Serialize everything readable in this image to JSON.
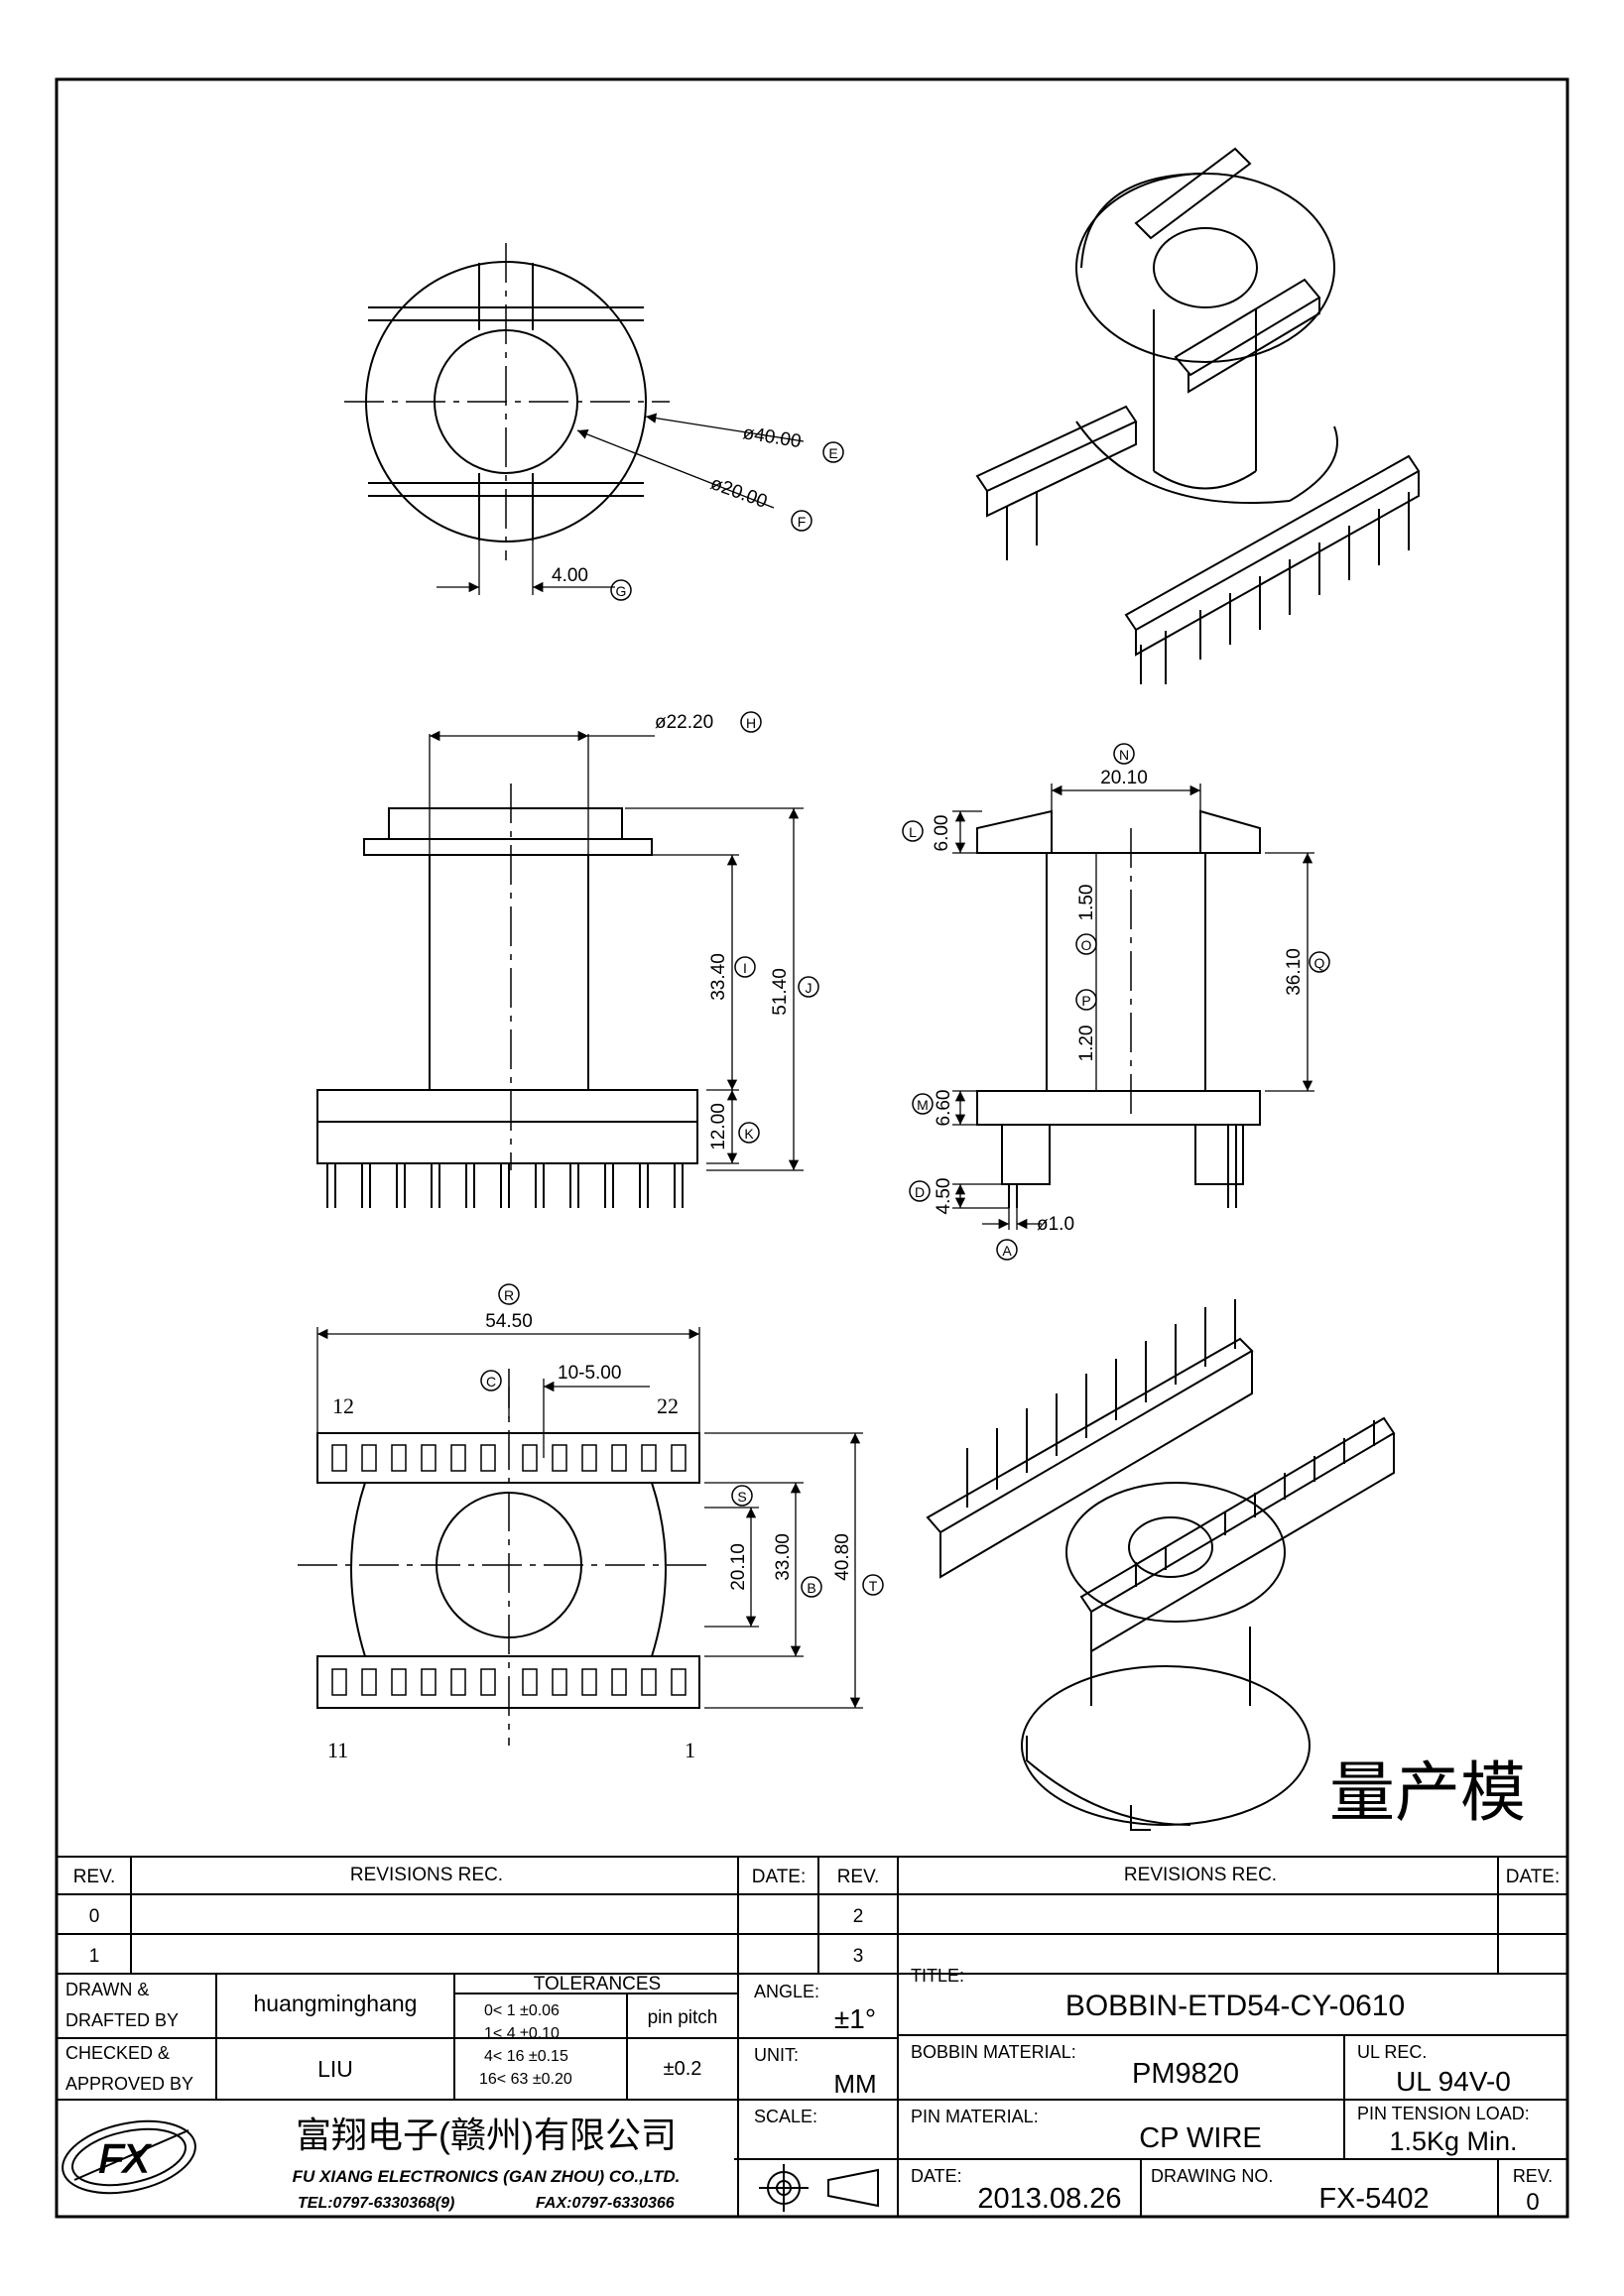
{
  "drawing": {
    "top_view": {
      "dim_outer": "ø40.00",
      "tag_outer": "E",
      "dim_inner": "ø20.00",
      "tag_inner": "F",
      "dim_slot": "4.00",
      "tag_slot": "G"
    },
    "front_view": {
      "dim_flange": "ø22.20",
      "tag_flange": "H",
      "dim_winding": "33.40",
      "tag_winding": "I",
      "dim_total": "51.40",
      "tag_total": "J",
      "dim_base": "12.00",
      "tag_base": "K"
    },
    "side_view": {
      "dim_width": "20.10",
      "tag_width": "N",
      "dim_top": "6.00",
      "tag_top": "L",
      "dim_wall1": "1.50",
      "tag_wall1": "O",
      "dim_wall2": "1.20",
      "tag_wall2": "P",
      "dim_height": "36.10",
      "tag_height": "Q",
      "dim_base": "6.60",
      "tag_base": "M",
      "dim_pin": "4.50",
      "tag_pin": "D",
      "dim_pin_dia": "ø1.0",
      "tag_pin_dia": "A"
    },
    "bottom_view": {
      "tag_length": "R",
      "dim_length": "54.50",
      "tag_pitch": "C",
      "dim_pitch": "10-5.00",
      "pin_12": "12",
      "pin_22": "22",
      "pin_11": "11",
      "pin_1": "1",
      "dim_inner": "20.10",
      "dim_mid": "33.00",
      "tag_mid": "B",
      "dim_outer": "40.80",
      "tag_outer": "T",
      "tag_slot": "S"
    },
    "stamp": "量产模"
  },
  "title_block": {
    "rev_header": "REV.",
    "revisions_header": "REVISIONS   REC.",
    "date_header": "DATE:",
    "rev_rows_left": [
      "0",
      "1"
    ],
    "rev_rows_right": [
      "2",
      "3"
    ],
    "drawn_label_1": "DRAWN  &",
    "drawn_label_2": "DRAFTED  BY",
    "drawn_value": "huangminghang",
    "checked_label_1": "CHECKED  &",
    "checked_label_2": "APPROVED  BY",
    "checked_value": "LIU",
    "tolerances_label": "TOLERANCES",
    "tol_rows": [
      "0<   1    ±0.06",
      "1<   4    ±0.10",
      "4<   16  ±0.15",
      "16<   63  ±0.20"
    ],
    "pin_pitch_label": "pin  pitch",
    "pin_pitch_value": "±0.2",
    "angle_label": "ANGLE:",
    "angle_value": "±1°",
    "unit_label": "UNIT:",
    "unit_value": "MM",
    "scale_label": "SCALE:",
    "title_label": "TITLE:",
    "title_value": "BOBBIN-ETD54-CY-0610",
    "bobbin_material_label": "BOBBIN  MATERIAL:",
    "bobbin_material_value": "PM9820",
    "ul_label": "UL  REC.",
    "ul_value": "UL  94V-0",
    "pin_material_label": "PIN  MATERIAL:",
    "pin_material_value": "CP  WIRE",
    "pin_tension_label": "PIN  TENSION  LOAD:",
    "pin_tension_value": "1.5Kg  Min.",
    "date_label": "DATE:",
    "date_value": "2013.08.26",
    "drawing_no_label": "DRAWING  NO.",
    "drawing_no_value": "FX-5402",
    "rev_label": "REV.",
    "rev_value": "0",
    "company_cn": "富翔电子(赣州)有限公司",
    "company_en": "FU XIANG ELECTRONICS (GAN ZHOU) CO.,LTD.",
    "tel": "TEL:0797-6330368(9)",
    "fax": "FAX:0797-6330366",
    "logo_text": "FX"
  }
}
